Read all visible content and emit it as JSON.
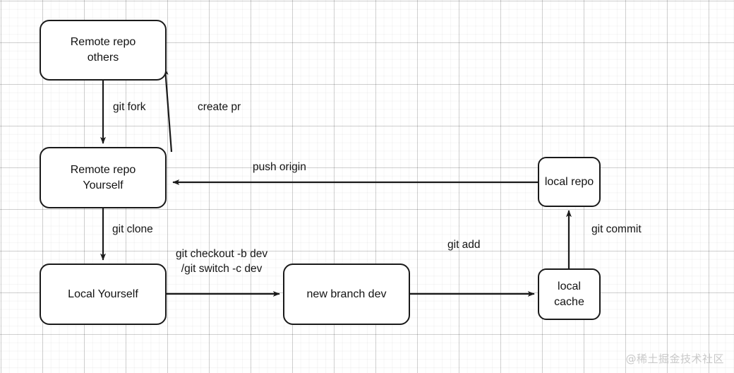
{
  "diagram": {
    "title": "Git workflow diagram",
    "background": "#ffffff",
    "grid_color": "#e8e8e8",
    "stroke_color": "#1a1a1a",
    "text_color": "#121212",
    "nodes": [
      {
        "id": "remote-repo-others",
        "label": "Remote repo\nothers"
      },
      {
        "id": "remote-repo-yourself",
        "label": "Remote  repo\nYourself"
      },
      {
        "id": "local-yourself",
        "label": "Local Yourself"
      },
      {
        "id": "new-branch-dev",
        "label": "new branch dev"
      },
      {
        "id": "local-cache",
        "label": "local\ncache"
      },
      {
        "id": "local-repo",
        "label": "local repo"
      }
    ],
    "edges": [
      {
        "id": "git-fork",
        "label": "git fork",
        "from": "remote-repo-others",
        "to": "remote-repo-yourself"
      },
      {
        "id": "create-pr",
        "label": "create pr",
        "from": "remote-repo-yourself",
        "to": "remote-repo-others"
      },
      {
        "id": "git-clone",
        "label": "git clone",
        "from": "remote-repo-yourself",
        "to": "local-yourself"
      },
      {
        "id": "git-checkout",
        "label": "git checkout -b dev\n/git switch -c dev",
        "from": "local-yourself",
        "to": "new-branch-dev"
      },
      {
        "id": "git-add",
        "label": "git add",
        "from": "new-branch-dev",
        "to": "local-cache"
      },
      {
        "id": "git-commit",
        "label": "git commit",
        "from": "local-cache",
        "to": "local-repo"
      },
      {
        "id": "push-origin",
        "label": "push origin",
        "from": "local-repo",
        "to": "remote-repo-yourself"
      }
    ],
    "watermark": "@稀土掘金技术社区"
  }
}
